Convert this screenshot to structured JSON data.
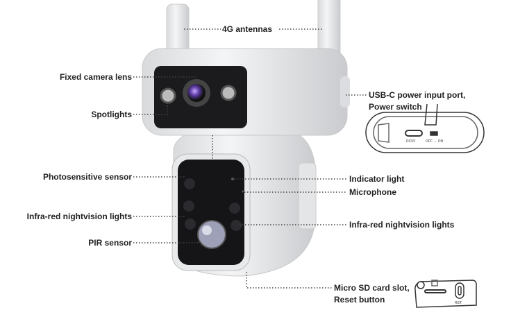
{
  "labels": {
    "antennas": "4G antennas",
    "fixed_lens": "Fixed camera lens",
    "spotlights": "Spotlights",
    "usb_line1": "USB-C power input port,",
    "usb_line2": "Power switch",
    "photosensitive": "Photosensitive sensor",
    "indicator": "Indicator light",
    "microphone": "Microphone",
    "ir_left": "Infra-red nightvision lights",
    "ir_right": "Infra-red nightvision lights",
    "pir": "PIR sensor",
    "sd_line1": "Micro SD card slot,",
    "sd_line2": "Reset button"
  },
  "inset_text": {
    "dc": "DC5V",
    "switch": "OFF ⇔ ON",
    "rst": "RST"
  }
}
